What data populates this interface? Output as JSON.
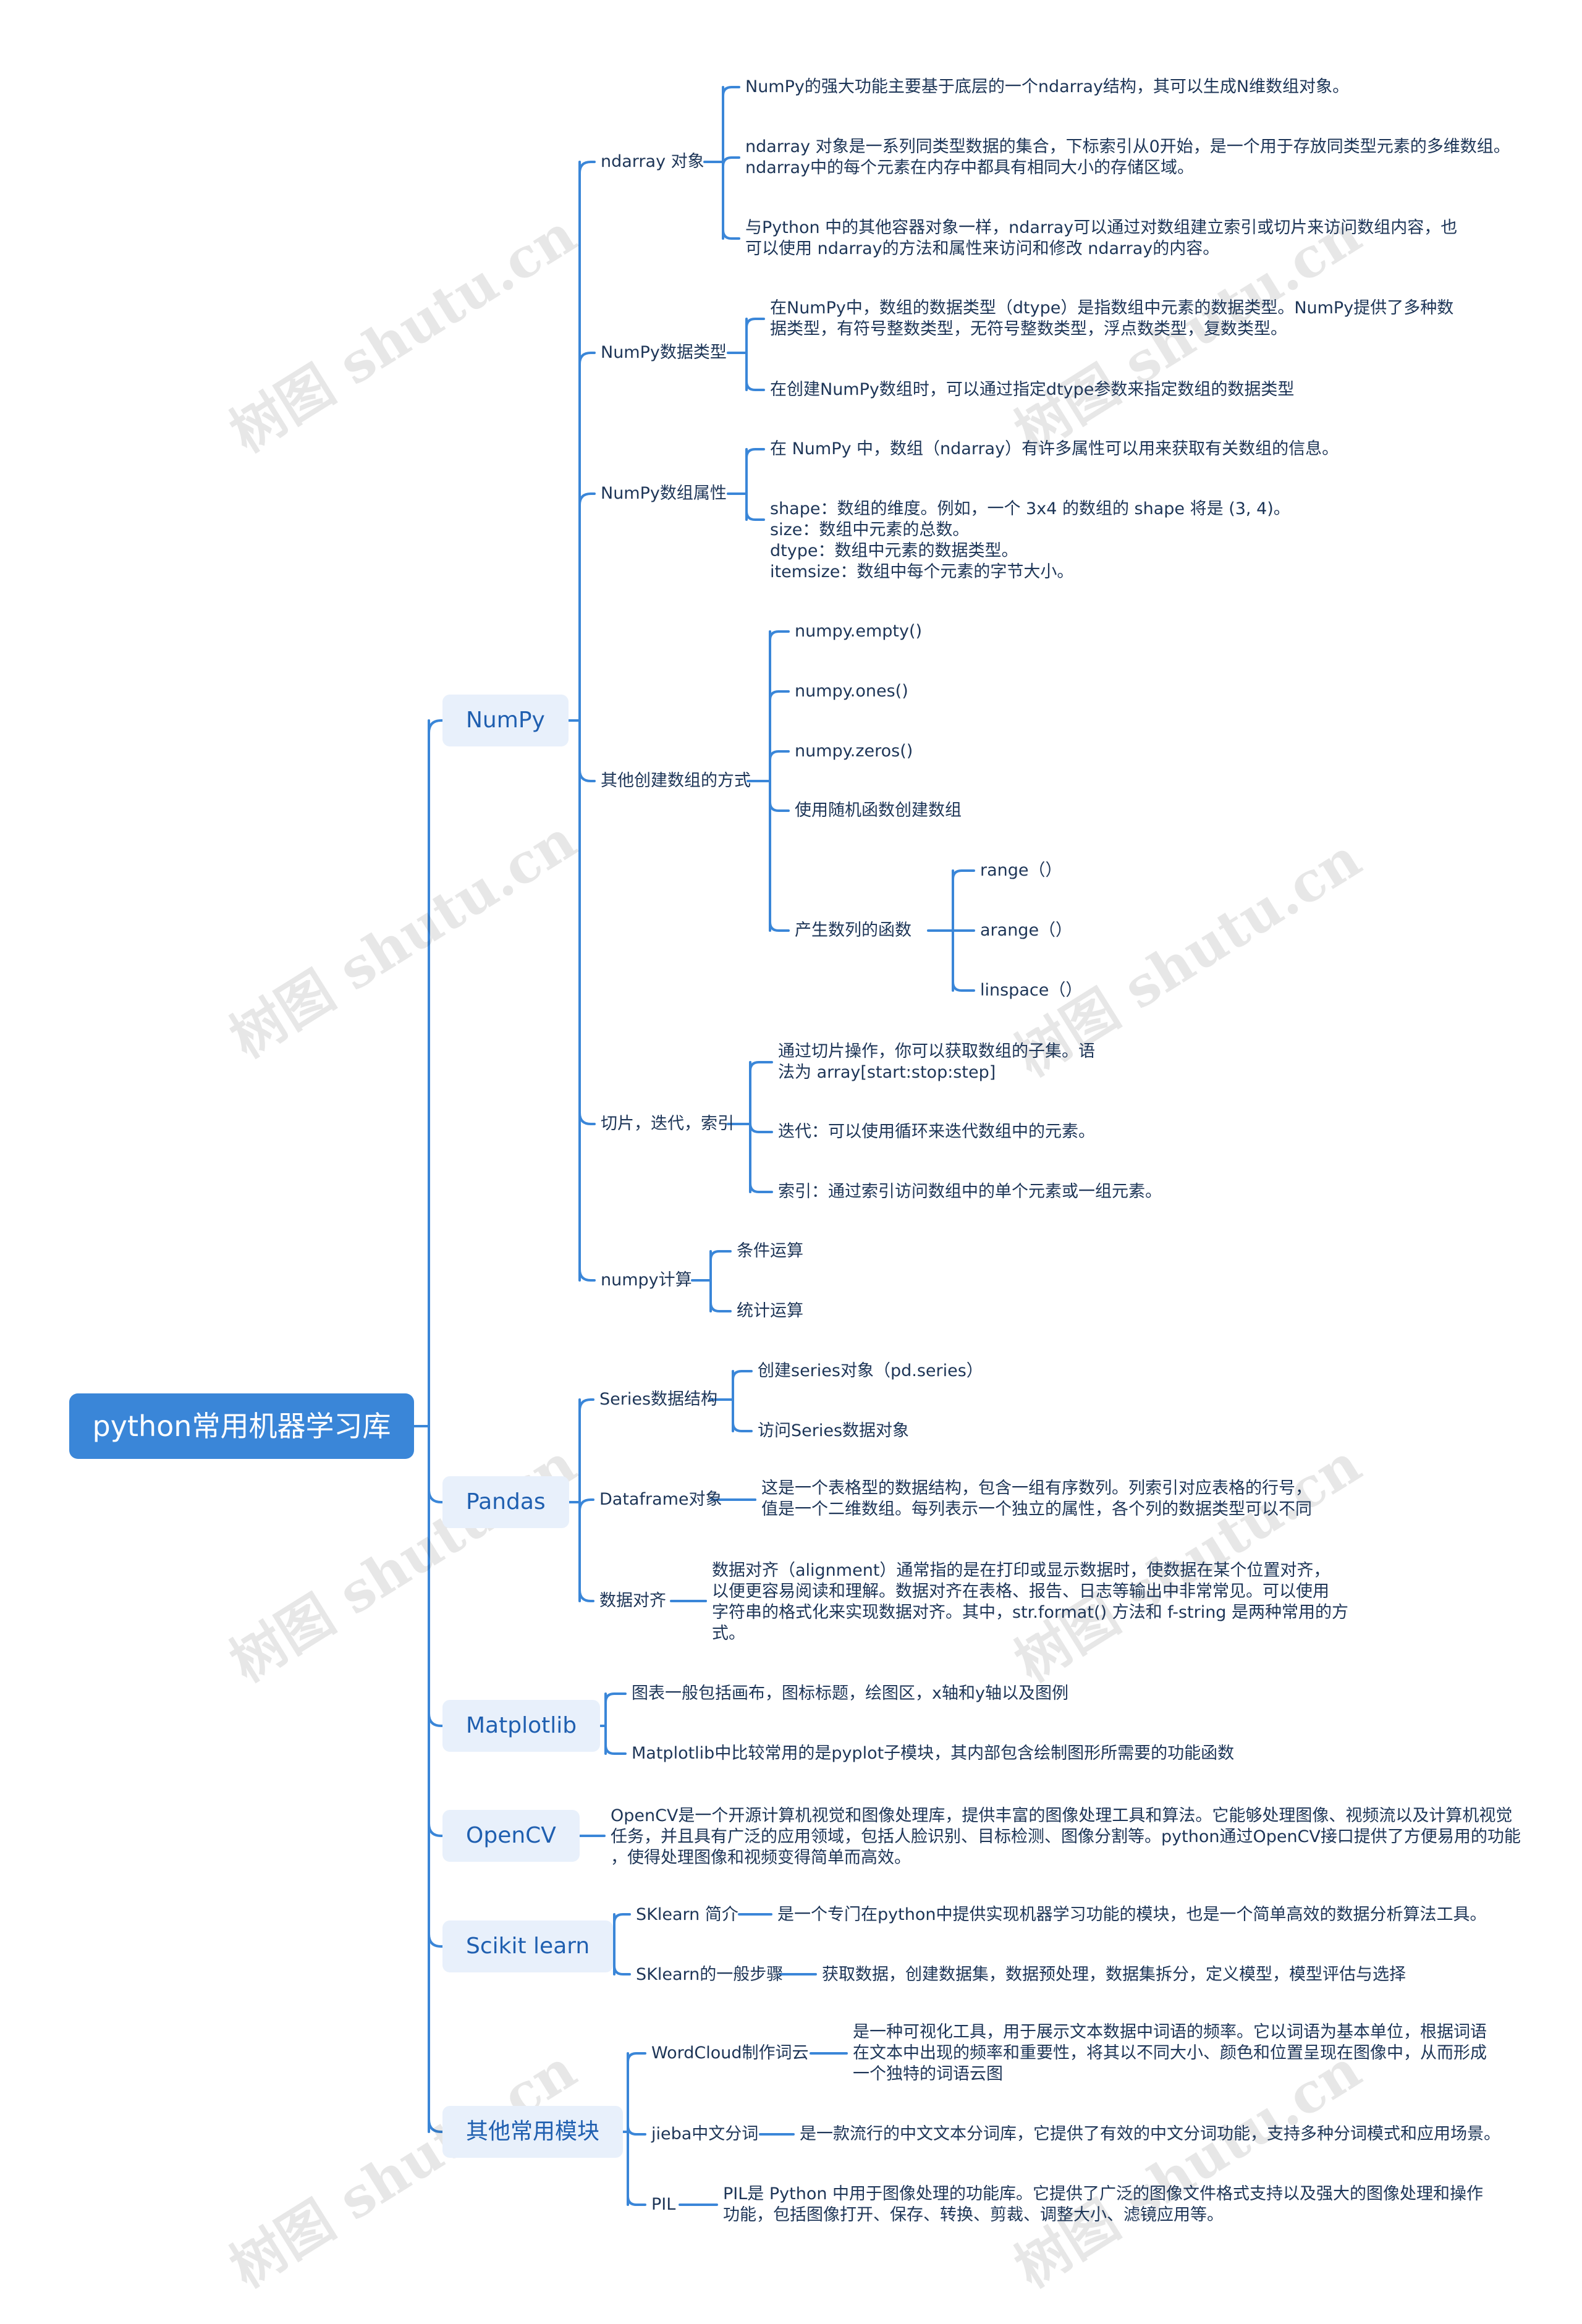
{
  "root": "python常用机器学习库",
  "watermark": "树图 shutu.cn",
  "colors": {
    "line": "#3a86d8",
    "root_bg": "#3a86d8",
    "branch_bg": "#e8f0fb",
    "text": "#1d3557"
  },
  "numpy": {
    "label": "NumPy",
    "ndarray": {
      "label": "ndarray 对象",
      "leaf1": "NumPy的强大功能主要基于底层的一个ndarray结构，其可以生成N维数组对象。",
      "leaf2": "ndarray 对象是一系列同类型数据的集合，下标索引从0开始，是一个用于存放同类型元素的多维数组。\nndarray中的每个元素在内存中都具有相同大小的存储区域。",
      "leaf3": "与Python 中的其他容器对象一样，ndarray可以通过对数组建立索引或切片来访问数组内容，也\n可以使用 ndarray的方法和属性来访问和修改 ndarray的内容。"
    },
    "dtype": {
      "label": "NumPy数据类型",
      "leaf1": "在NumPy中，数组的数据类型（dtype）是指数组中元素的数据类型。NumPy提供了多种数\n据类型，有符号整数类型，无符号整数类型，浮点数类型，复数类型。",
      "leaf2": "在创建NumPy数组时，可以通过指定dtype参数来指定数组的数据类型"
    },
    "attrs": {
      "label": "NumPy数组属性",
      "leaf1": "在 NumPy 中，数组（ndarray）有许多属性可以用来获取有关数组的信息。",
      "leaf2": "shape：数组的维度。例如，一个 3x4 的数组的 shape 将是 (3, 4)。\nsize：数组中元素的总数。\ndtype：数组中元素的数据类型。\nitemsize：数组中每个元素的字节大小。"
    },
    "create": {
      "label": "其他创建数组的方式",
      "leaf1": "numpy.empty()",
      "leaf2": "numpy.ones()",
      "leaf3": "numpy.zeros()",
      "leaf4": "使用随机函数创建数组",
      "seq": {
        "label": "产生数列的函数",
        "leaf1": "range（）",
        "leaf2": "arange（）",
        "leaf3": "linspace（）"
      }
    },
    "slicing": {
      "label": "切片，迭代，索引",
      "leaf1": "通过切片操作，你可以获取数组的子集。语\n法为 array[start:stop:step]",
      "leaf2": "迭代：可以使用循环来迭代数组中的元素。",
      "leaf3": "索引：通过索引访问数组中的单个元素或一组元素。"
    },
    "calc": {
      "label": "numpy计算",
      "leaf1": "条件运算",
      "leaf2": "统计运算"
    }
  },
  "pandas": {
    "label": "Pandas",
    "series": {
      "label": "Series数据结构",
      "leaf1": "创建series对象（pd.series）",
      "leaf2": "访问Series数据对象"
    },
    "dataframe": {
      "label": "Dataframe对象",
      "leaf1": "这是一个表格型的数据结构，包含一组有序数列。列索引对应表格的行号，\n值是一个二维数组。每列表示一个独立的属性，各个列的数据类型可以不同"
    },
    "align": {
      "label": "数据对齐",
      "leaf1": "数据对齐（alignment）通常指的是在打印或显示数据时，使数据在某个位置对齐，\n以便更容易阅读和理解。数据对齐在表格、报告、日志等输出中非常常见。可以使用\n字符串的格式化来实现数据对齐。其中，str.format() 方法和 f-string 是两种常用的方\n式。"
    }
  },
  "matplotlib": {
    "label": "Matplotlib",
    "leaf1": "图表一般包括画布，图标标题，绘图区，x轴和y轴以及图例",
    "leaf2": "Matplotlib中比较常用的是pyplot子模块，其内部包含绘制图形所需要的功能函数"
  },
  "opencv": {
    "label": "OpenCV",
    "leaf1": "OpenCV是一个开源计算机视觉和图像处理库，提供丰富的图像处理工具和算法。它能够处理图像、视频流以及计算机视觉\n任务，并且具有广泛的应用领域，包括人脸识别、目标检测、图像分割等。python通过OpenCV接口提供了方便易用的功能\n，使得处理图像和视频变得简单而高效。"
  },
  "sklearn": {
    "label": "Scikit learn",
    "intro": {
      "label": "SKlearn 简介",
      "leaf1": "是一个专门在python中提供实现机器学习功能的模块，也是一个简单高效的数据分析算法工具。"
    },
    "steps": {
      "label": "SKlearn的一般步骤",
      "leaf1": "获取数据，创建数据集，数据预处理，数据集拆分，定义模型，模型评估与选择"
    }
  },
  "others": {
    "label": "其他常用模块",
    "wordcloud": {
      "label": "WordCloud制作词云",
      "leaf1": "是一种可视化工具，用于展示文本数据中词语的频率。它以词语为基本单位，根据词语\n在文本中出现的频率和重要性，将其以不同大小、颜色和位置呈现在图像中，从而形成\n一个独特的词语云图"
    },
    "jieba": {
      "label": "jieba中文分词",
      "leaf1": "是一款流行的中文文本分词库，它提供了有效的中文分词功能，支持多种分词模式和应用场景。"
    },
    "pil": {
      "label": "PIL",
      "leaf1": "PIL是 Python 中用于图像处理的功能库。它提供了广泛的图像文件格式支持以及强大的图像处理和操作\n功能，包括图像打开、保存、转换、剪裁、调整大小、滤镜应用等。"
    }
  }
}
